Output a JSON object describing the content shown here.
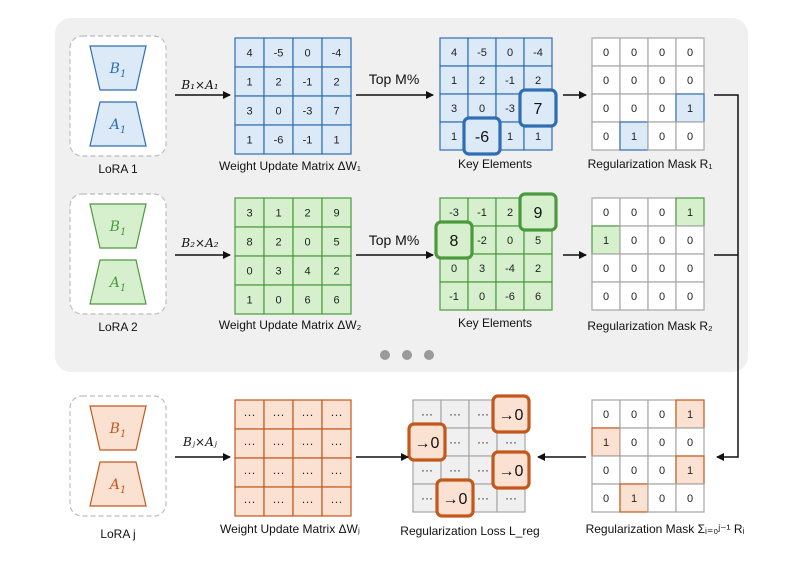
{
  "colors": {
    "panel_bg": "#f0f0f0",
    "blue_fill": "#dce9f6",
    "blue_line": "#2f6eb5",
    "blue_text": "#2f6eb5",
    "green_fill": "#d6efcc",
    "green_line": "#4c9a3f",
    "green_text": "#4c9a3f",
    "orange_fill": "#fbe1d2",
    "orange_line": "#c4581c",
    "orange_text": "#c4581c",
    "gray_line": "#a6a6a6",
    "arrow": "#111111",
    "dot": "#9a9a9a"
  },
  "rows": [
    {
      "lora_label": "LoRA 1",
      "b_label": "B",
      "a_label": "A",
      "sub": "1",
      "product_label": "B₁×A₁",
      "weight_matrix": [
        [
          4,
          -5,
          0,
          -4
        ],
        [
          1,
          2,
          -1,
          2
        ],
        [
          3,
          0,
          -3,
          7
        ],
        [
          1,
          -6,
          -1,
          1
        ]
      ],
      "weight_caption": "Weight Update Matrix ΔW₁",
      "top_label": "Top M%",
      "key_matrix": [
        [
          4,
          -5,
          0,
          -4
        ],
        [
          1,
          2,
          -1,
          2
        ],
        [
          3,
          0,
          -3,
          7
        ],
        [
          1,
          -6,
          1,
          1
        ]
      ],
      "key_highlights": [
        [
          2,
          3
        ],
        [
          3,
          1
        ]
      ],
      "key_caption": "Key Elements",
      "mask_matrix": [
        [
          0,
          0,
          0,
          0
        ],
        [
          0,
          0,
          0,
          0
        ],
        [
          0,
          0,
          0,
          1
        ],
        [
          0,
          1,
          0,
          0
        ]
      ],
      "mask_caption": "Regularization Mask R₁",
      "color": "blue"
    },
    {
      "lora_label": "LoRA 2",
      "b_label": "B",
      "a_label": "A",
      "sub": "1",
      "product_label": "B₂×A₂",
      "weight_matrix": [
        [
          3,
          1,
          2,
          9
        ],
        [
          8,
          2,
          0,
          5
        ],
        [
          0,
          3,
          4,
          2
        ],
        [
          1,
          0,
          6,
          6
        ]
      ],
      "weight_caption": "Weight Update Matrix ΔW₂",
      "top_label": "Top M%",
      "key_matrix": [
        [
          -3,
          -1,
          2,
          9
        ],
        [
          8,
          -2,
          0,
          5
        ],
        [
          0,
          3,
          -4,
          2
        ],
        [
          -1,
          0,
          -6,
          6
        ]
      ],
      "key_highlights": [
        [
          0,
          3
        ],
        [
          1,
          0
        ]
      ],
      "key_caption": "Key Elements",
      "mask_matrix": [
        [
          0,
          0,
          0,
          1
        ],
        [
          1,
          0,
          0,
          0
        ],
        [
          0,
          0,
          0,
          0
        ],
        [
          0,
          0,
          0,
          0
        ]
      ],
      "mask_caption": "Regularization Mask R₂",
      "color": "green"
    },
    {
      "lora_label": "LoRA j",
      "b_label": "B",
      "a_label": "A",
      "sub": "1",
      "product_label": "Bⱼ×Aⱼ",
      "weight_matrix": [
        [
          "···",
          "···",
          "···",
          "···"
        ],
        [
          "···",
          "···",
          "···",
          "···"
        ],
        [
          "···",
          "···",
          "···",
          "···"
        ],
        [
          "···",
          "···",
          "···",
          "···"
        ]
      ],
      "weight_caption": "Weight Update Matrix ΔWⱼ",
      "loss_matrix": [
        [
          "···",
          "···",
          "···",
          "→0"
        ],
        [
          "→0",
          "···",
          "···",
          "···"
        ],
        [
          "···",
          "···",
          "···",
          "→0"
        ],
        [
          "···",
          "→0",
          "···",
          "···"
        ]
      ],
      "loss_highlights": [
        [
          0,
          3
        ],
        [
          1,
          0
        ],
        [
          2,
          3
        ],
        [
          3,
          1
        ]
      ],
      "loss_caption": "Regularization Loss L_reg",
      "mask_matrix": [
        [
          0,
          0,
          0,
          1
        ],
        [
          1,
          0,
          0,
          0
        ],
        [
          0,
          0,
          0,
          1
        ],
        [
          0,
          1,
          0,
          0
        ]
      ],
      "mask_caption": "Regularization Mask Σᵢ₌₀ʲ⁻¹ Rᵢ",
      "color": "orange"
    }
  ]
}
